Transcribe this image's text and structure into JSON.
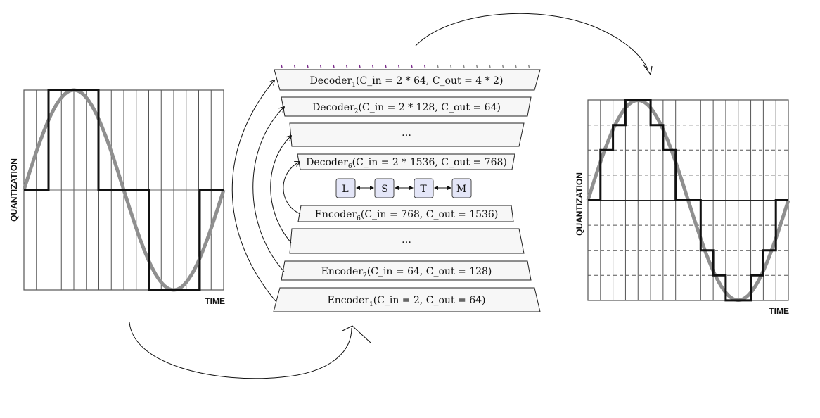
{
  "left_plot": {
    "ylabel": "QUANTIZATION",
    "xlabel": "TIME"
  },
  "right_plot": {
    "ylabel": "QUANTIZATION",
    "xlabel": "TIME"
  },
  "decoders": [
    {
      "name": "Decoder",
      "sub": "1",
      "params": "(C_in = 2 * 64, C_out = 4 * 2)"
    },
    {
      "name": "Decoder",
      "sub": "2",
      "params": "(C_in = 2 * 128, C_out = 64)"
    },
    {
      "name": "",
      "sub": "",
      "params": "…"
    },
    {
      "name": "Decoder",
      "sub": "6",
      "params": "(C_in = 2 * 1536, C_out = 768)"
    }
  ],
  "lstm": [
    "L",
    "S",
    "T",
    "M"
  ],
  "encoders": [
    {
      "name": "Encoder",
      "sub": "6",
      "params": "(C_in = 768, C_out = 1536)"
    },
    {
      "name": "",
      "sub": "",
      "params": "…"
    },
    {
      "name": "Encoder",
      "sub": "2",
      "params": "(C_in = 64, C_out = 128)"
    },
    {
      "name": "Encoder",
      "sub": "1",
      "params": "(C_in = 2, C_out = 64)"
    }
  ],
  "colors": {
    "sine": "#8f8f8f",
    "signal": "#111111",
    "grid": "#555555",
    "lstm_fill": "#e4e6f8",
    "layer_fill": "#f7f7f7",
    "tick_mark": "#7a2a8a"
  }
}
